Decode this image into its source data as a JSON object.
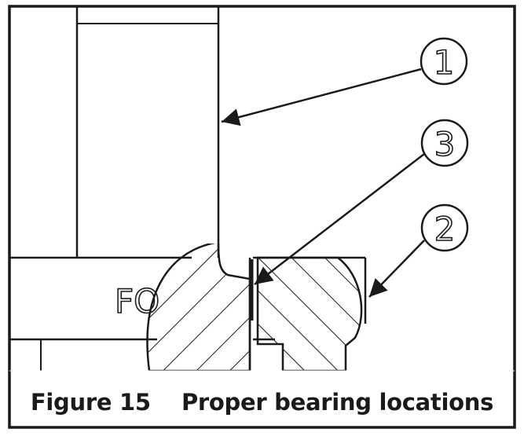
{
  "figure": {
    "caption": "Figure 15    Proper bearing locations",
    "engraving": "FO",
    "callouts": [
      {
        "id": "callout-1",
        "label": "1"
      },
      {
        "id": "callout-2",
        "label": "2"
      },
      {
        "id": "callout-3",
        "label": "3"
      }
    ]
  },
  "colors": {
    "line": "#1a1a1a",
    "background": "#ffffff"
  }
}
